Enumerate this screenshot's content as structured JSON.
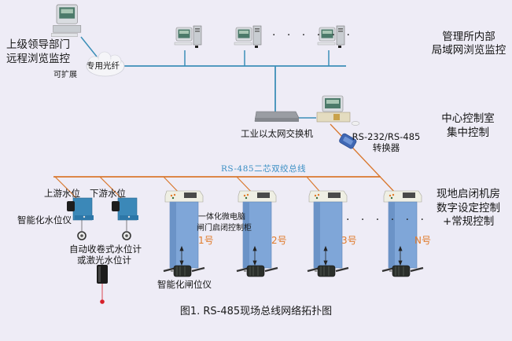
{
  "title": "图1. RS-485现场总线网络拓扑图",
  "colors": {
    "background": "#eeecf6",
    "ethernet_line": "#3b8fb8",
    "rs485_line": "#d9782e",
    "cabinet_body": "#7fa6d8",
    "cabinet_top": "#efefe4",
    "number_label": "#e07a2a",
    "bus_label": "#3a8fc4",
    "sensor_red": "#d6202a"
  },
  "levels": {
    "remote": {
      "line1": "上级领导部门",
      "line2": "远程浏览监控"
    },
    "lan": {
      "line1": "管理所内部",
      "line2": "局域网浏览监控"
    },
    "center": {
      "line1": "中心控制室",
      "line2": "集中控制"
    },
    "field": {
      "line1": "现地启闭机房",
      "line2": "数字设定控制",
      "line3": "+常规控制"
    }
  },
  "network": {
    "fiber_cloud": "专用光纤",
    "expandable": "可扩展",
    "lan_ellipsis": "· · · · · ·",
    "switch_label": "工业以太网交换机",
    "converter": {
      "line1": "RS-232/RS-485",
      "line2": "转换器"
    },
    "bus_label": "RS-485二芯双绞总线"
  },
  "water_level": {
    "upstream": "上游水位",
    "downstream": "下游水位",
    "instrument": "智能化水位仪",
    "gauge_line1": "自动收卷式水位计",
    "gauge_line2": "或激光水位计"
  },
  "gates": {
    "cabinet_line1": "一体化微电脑",
    "cabinet_line2": "闸门启闭控制柜",
    "position_meter": "智能化闸位仪",
    "ellipsis": "· · · · · ·",
    "units": [
      {
        "id": "1号"
      },
      {
        "id": "2号"
      },
      {
        "id": "3号"
      },
      {
        "id": "N号"
      }
    ]
  }
}
